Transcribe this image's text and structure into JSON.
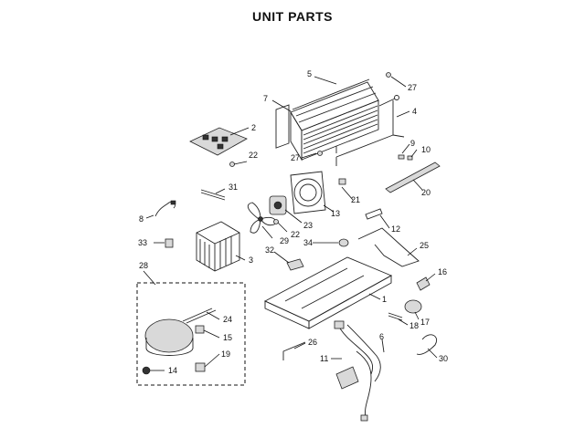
{
  "title": "UNIT PARTS",
  "callouts": [
    "1",
    "2",
    "3",
    "4",
    "5",
    "6",
    "7",
    "8",
    "9",
    "10",
    "11",
    "12",
    "13",
    "14",
    "15",
    "16",
    "17",
    "18",
    "19",
    "20",
    "21",
    "22",
    "22",
    "23",
    "24",
    "25",
    "26",
    "27",
    "27",
    "28",
    "29",
    "30",
    "31",
    "32",
    "33",
    "34"
  ]
}
